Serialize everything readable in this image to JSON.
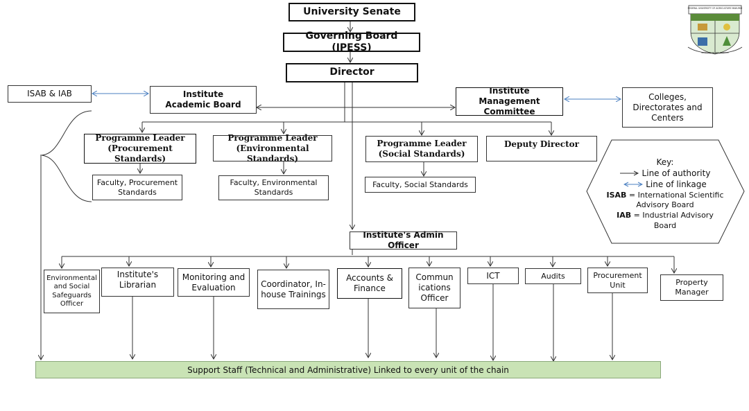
{
  "chart_data": {
    "type": "diagram",
    "nodes": {
      "senate": "University Senate",
      "board": "Governing Board (IPESS)",
      "director": "Director",
      "isab_iab": "ISAB & IAB",
      "academic_board": "Institute Academic Board",
      "management_committee": "Institute Management Committee",
      "colleges": "Colleges, Directorates and Centers",
      "pl_procurement": "Programme Leader (Procurement Standards)",
      "pl_environmental": "Programme Leader (Environmental Standards)",
      "pl_social": "Programme Leader (Social Standards)",
      "deputy_director": "Deputy Director",
      "faculty_procurement": "Faculty, Procurement Standards",
      "faculty_environmental": "Faculty, Environmental Standards",
      "faculty_social": "Faculty, Social Standards",
      "admin_officer": "Institute's Admin Officer",
      "env_social_officer": "Environmental and Social Safeguards Officer",
      "librarian": "Institute's Librarian",
      "monitoring": "Monitoring and Evaluation",
      "coordinator": "Coordinator, In-house Trainings",
      "accounts": "Accounts & Finance",
      "communications": "Communications Officer",
      "ict": "ICT",
      "audits": "Audits",
      "procurement_unit": "Procurement Unit",
      "property_manager": "Property Manager",
      "support_staff": "Support Staff (Technical and Administrative) Linked to every unit of the chain"
    },
    "edges": [
      [
        "senate",
        "board",
        "authority"
      ],
      [
        "board",
        "director",
        "authority"
      ],
      [
        "isab_iab",
        "academic_board",
        "linkage"
      ],
      [
        "management_committee",
        "colleges",
        "linkage"
      ],
      [
        "director",
        "academic_board",
        "authority"
      ],
      [
        "director",
        "management_committee",
        "authority"
      ],
      [
        "director",
        "pl_procurement",
        "authority"
      ],
      [
        "director",
        "pl_environmental",
        "authority"
      ],
      [
        "director",
        "pl_social",
        "authority"
      ],
      [
        "director",
        "deputy_director",
        "authority"
      ],
      [
        "pl_procurement",
        "faculty_procurement",
        "authority"
      ],
      [
        "pl_environmental",
        "faculty_environmental",
        "authority"
      ],
      [
        "pl_social",
        "faculty_social",
        "authority"
      ],
      [
        "director",
        "admin_officer",
        "authority"
      ],
      [
        "admin_officer",
        "env_social_officer",
        "authority"
      ],
      [
        "admin_officer",
        "librarian",
        "authority"
      ],
      [
        "admin_officer",
        "monitoring",
        "authority"
      ],
      [
        "admin_officer",
        "coordinator",
        "authority"
      ],
      [
        "admin_officer",
        "accounts",
        "authority"
      ],
      [
        "admin_officer",
        "communications",
        "authority"
      ],
      [
        "admin_officer",
        "ict",
        "authority"
      ],
      [
        "admin_officer",
        "audits",
        "authority"
      ],
      [
        "admin_officer",
        "procurement_unit",
        "authority"
      ],
      [
        "admin_officer",
        "property_manager",
        "authority"
      ]
    ]
  },
  "key": {
    "title": "Key:",
    "authority": "Line of authority",
    "linkage": "Line of linkage",
    "isab_abbr": "ISAB",
    "isab_def": "= International Scientific Advisory Board",
    "iab_abbr": "IAB",
    "iab_def": "= Industrial Advisory Board"
  },
  "logo": {
    "top_text": "FEDERAL UNIVERSITY OF AGRICULTURE MAKURDI",
    "motto": "INNOVATION AND SERVICE"
  },
  "colors": {
    "support_fill": "#c9e3b5",
    "linkage_line": "#4a7fc1",
    "authority_line": "#333333"
  }
}
